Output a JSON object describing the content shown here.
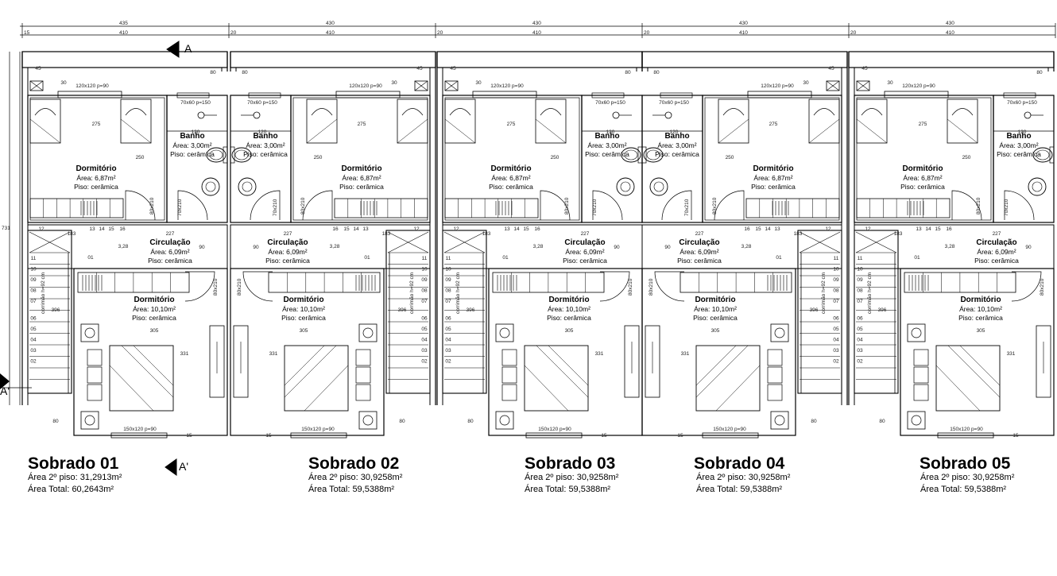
{
  "rooms": {
    "dorm_upper": {
      "name": "Dormitório",
      "area": "Área: 6,87m²",
      "floor": "Piso: cerâmica"
    },
    "banho": {
      "name": "Banho",
      "area": "Área: 3,00m²",
      "floor": "Piso: cerâmica"
    },
    "circulacao": {
      "name": "Circulação",
      "area": "Área: 6,09m²",
      "floor": "Piso: cerâmica"
    },
    "dorm_lower": {
      "name": "Dormitório",
      "area": "Área: 10,10m²",
      "floor": "Piso: cerâmica"
    }
  },
  "dims": {
    "top_total_first": "435",
    "top_total": "430",
    "top_inner": "410",
    "top_edge": "15",
    "top_wall": "20",
    "d45": "45",
    "d30": "30",
    "d80": "80",
    "d275": "275",
    "d250": "250",
    "d120": "120",
    "d15": "15",
    "d12": "12",
    "d183": "183",
    "d13": "13",
    "d14": "14",
    "d16": "16",
    "d227": "227",
    "d90": "90",
    "d305": "305",
    "d331": "331",
    "d396": "396",
    "d731": "731",
    "d328": "3,28",
    "d11": "11",
    "d10": "10",
    "d09": "09",
    "d08": "08",
    "d07": "07",
    "d06": "06",
    "d05": "05",
    "d04": "04",
    "d03": "03",
    "d02": "02",
    "d01": "01",
    "handrail": "corrimão h=92 cm",
    "win_upper": "120x120 p=90",
    "win_bath": "70x60 p=150",
    "win_lower": "150x120 p=90",
    "door_80": "80x210",
    "door_70": "70x210"
  },
  "section_marks": {
    "a": "A",
    "a_prime": "A'"
  },
  "units": [
    {
      "title": "Sobrado 01",
      "area2": "Área 2º piso: 31,2913m²",
      "total": "Área Total: 60,2643m²"
    },
    {
      "title": "Sobrado 02",
      "area2": "Área 2º piso: 30,9258m²",
      "total": "Área Total: 59,5388m²"
    },
    {
      "title": "Sobrado 03",
      "area2": "Área 2º piso: 30,9258m²",
      "total": "Área Total: 59,5388m²"
    },
    {
      "title": "Sobrado 04",
      "area2": "Área 2º piso: 30,9258m²",
      "total": "Área Total: 59,5388m²"
    },
    {
      "title": "Sobrado 05",
      "area2": "Área 2º piso: 30,9258m²",
      "total": "Área Total: 59,5388m²"
    }
  ]
}
